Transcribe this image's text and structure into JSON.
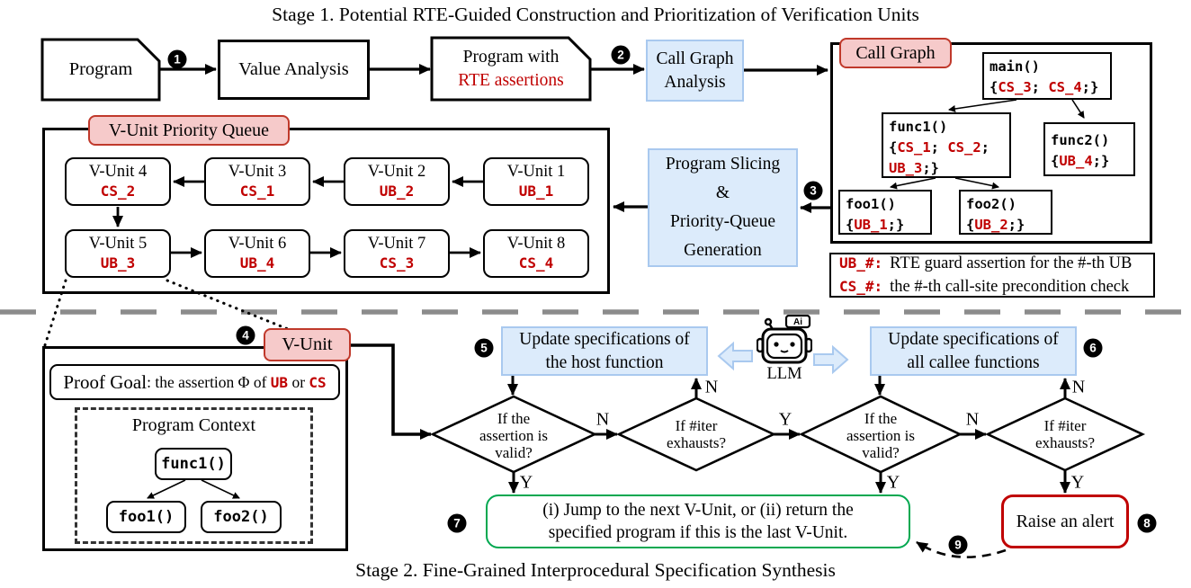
{
  "stage1": {
    "title": "Stage 1. Potential RTE-Guided Construction and Prioritization of Verification Units",
    "program": "Program",
    "value_analysis": "Value Analysis",
    "program_rte": {
      "line1": "Program with",
      "line2": "RTE assertions"
    },
    "call_graph_analysis": {
      "line1": "Call Graph",
      "line2": "Analysis"
    },
    "call_graph": {
      "label": "Call Graph",
      "main": {
        "name": "main()",
        "body": [
          {
            "t": "{"
          },
          {
            "t": "CS_3",
            "red": true
          },
          {
            "t": "; "
          },
          {
            "t": "CS_4",
            "red": true
          },
          {
            "t": ";}"
          }
        ]
      },
      "func1": {
        "name": "func1()",
        "body1": [
          {
            "t": "{"
          },
          {
            "t": "CS_1",
            "red": true
          },
          {
            "t": "; "
          },
          {
            "t": "CS_2",
            "red": true
          },
          {
            "t": ";"
          }
        ],
        "body2": [
          {
            "t": " "
          },
          {
            "t": "UB_3",
            "red": true
          },
          {
            "t": ";}"
          }
        ]
      },
      "func2": {
        "name": "func2()",
        "body": [
          {
            "t": "{"
          },
          {
            "t": "UB_4",
            "red": true
          },
          {
            "t": ";}"
          }
        ]
      },
      "foo1": {
        "name": "foo1()",
        "body": [
          {
            "t": "{"
          },
          {
            "t": "UB_1",
            "red": true
          },
          {
            "t": ";}"
          }
        ]
      },
      "foo2": {
        "name": "foo2()",
        "body": [
          {
            "t": "{"
          },
          {
            "t": "UB_2",
            "red": true
          },
          {
            "t": ";}"
          }
        ]
      }
    },
    "legend": {
      "ub_key": "UB_#:",
      "ub_text": "RTE guard assertion for the #-th UB",
      "cs_key": "CS_#:",
      "cs_text": "the #-th call-site precondition check"
    },
    "queue": {
      "label": "V-Unit Priority Queue",
      "row1": [
        {
          "name": "V-Unit 4",
          "tag": "CS_2"
        },
        {
          "name": "V-Unit 3",
          "tag": "CS_1"
        },
        {
          "name": "V-Unit 2",
          "tag": "UB_2"
        },
        {
          "name": "V-Unit 1",
          "tag": "UB_1"
        }
      ],
      "row2": [
        {
          "name": "V-Unit 5",
          "tag": "UB_3"
        },
        {
          "name": "V-Unit 6",
          "tag": "UB_4"
        },
        {
          "name": "V-Unit 7",
          "tag": "CS_3"
        },
        {
          "name": "V-Unit 8",
          "tag": "CS_4"
        }
      ]
    },
    "slicing": {
      "line1": "Program Slicing",
      "line2": "&",
      "line3": "Priority-Queue",
      "line4": "Generation"
    }
  },
  "stage2": {
    "caption": "Stage 2. Fine-Grained Interprocedural Specification Synthesis",
    "vunit": {
      "label": "V-Unit",
      "proof_goal": {
        "label": "Proof Goal",
        "rest": ": the assertion Φ of ",
        "ub": "UB",
        "or": " or ",
        "cs": "CS"
      },
      "context": {
        "title": "Program Context",
        "func1": "func1()",
        "foo1": "foo1()",
        "foo2": "foo2()"
      }
    },
    "host_box": {
      "line1": "Update specifications of",
      "line2": "the host function"
    },
    "callee_box": {
      "line1": "Update specifications of",
      "line2": "all callee functions"
    },
    "llm": {
      "label": "LLM",
      "bubble": "Ai"
    },
    "d1": {
      "line1": "If the",
      "line2": "assertion is",
      "line3": "valid?"
    },
    "d2": {
      "line1": "If #iter",
      "line2": "exhausts?"
    },
    "d3": {
      "line1": "If the",
      "line2": "assertion is",
      "line3": "valid?"
    },
    "d4": {
      "line1": "If #iter",
      "line2": "exhausts?"
    },
    "flow_labels": {
      "n_d1d2": "N",
      "y_d2d3": "Y",
      "n_d2up": "N",
      "y_d1down": "Y",
      "n_d3d4": "N",
      "n_d4up": "N",
      "y_d3down": "Y",
      "y_d4down": "Y"
    },
    "green_box": {
      "line1": "(i) Jump to the next V-Unit, or (ii) return the",
      "line2": "specified program if this is the last V-Unit."
    },
    "alert_box": "Raise an alert"
  },
  "badges": {
    "b1": "1",
    "b2": "2",
    "b3": "3",
    "b4": "4",
    "b5": "5",
    "b6": "6",
    "b7": "7",
    "b8": "8",
    "b9": "9"
  },
  "colors": {
    "red_text": "#c00000",
    "pink_fill": "#f6caca",
    "pink_border": "#c0392b",
    "blue_fill": "#dcebfb",
    "blue_border": "#a9c9ef",
    "green_border": "#00a850",
    "alert_border": "#c00000",
    "divider_gray": "#8c8c8c"
  }
}
